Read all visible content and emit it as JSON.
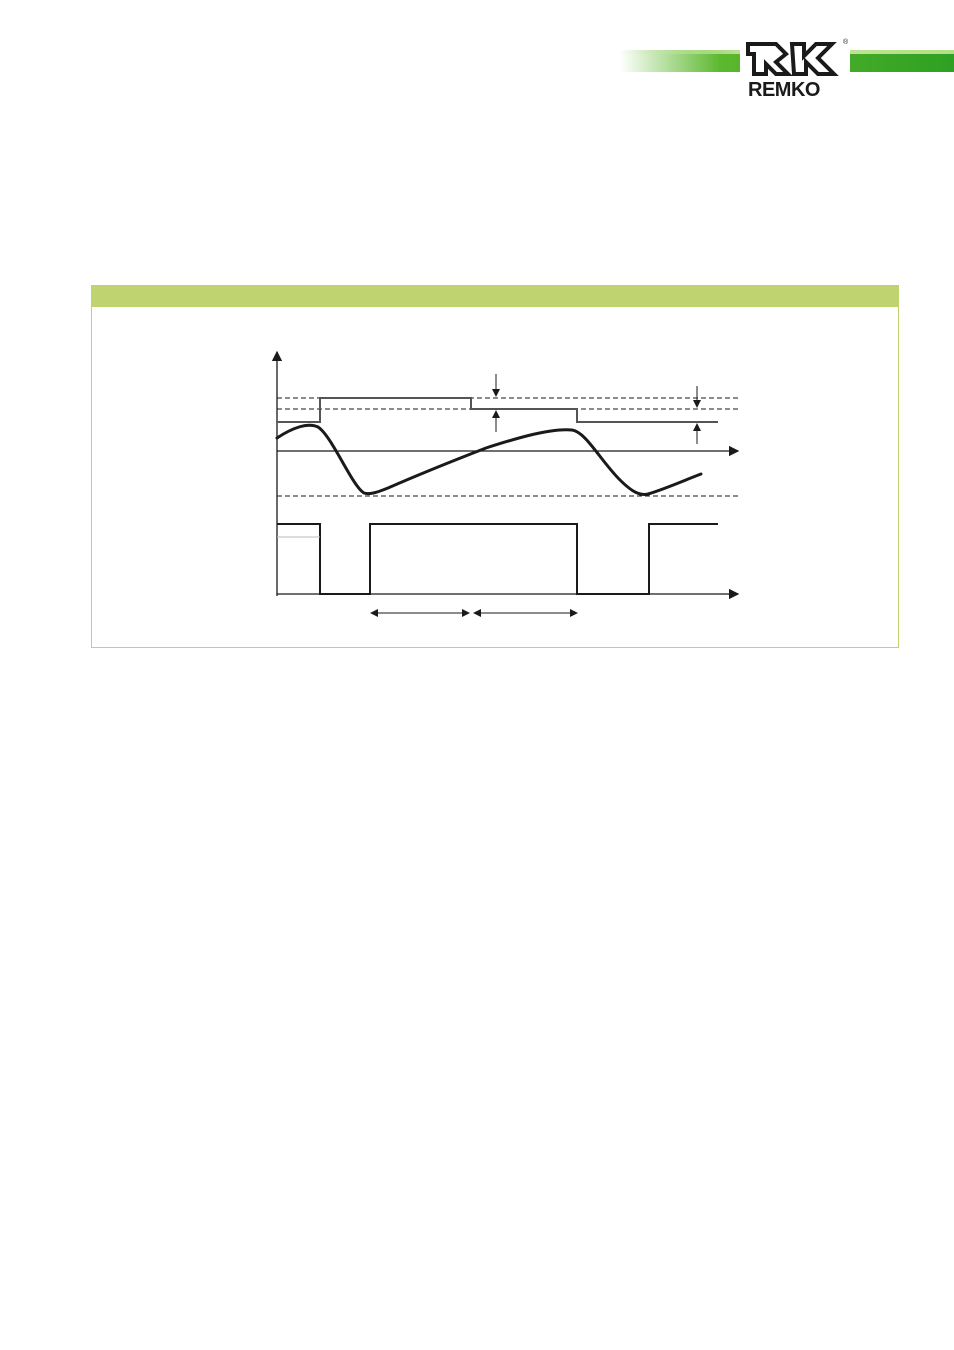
{
  "brand": {
    "name": "REMKO",
    "registered_mark": "®",
    "colors": {
      "brand_green": "#2ea023",
      "figure_accent": "#bfd470",
      "line": "#1a1a1a"
    }
  },
  "figure": {
    "title": "",
    "signals": {
      "setpoint_steps": [
        "low",
        "high",
        "mid",
        "low"
      ],
      "output_states": [
        "on",
        "off",
        "on",
        "off",
        "on"
      ]
    }
  }
}
